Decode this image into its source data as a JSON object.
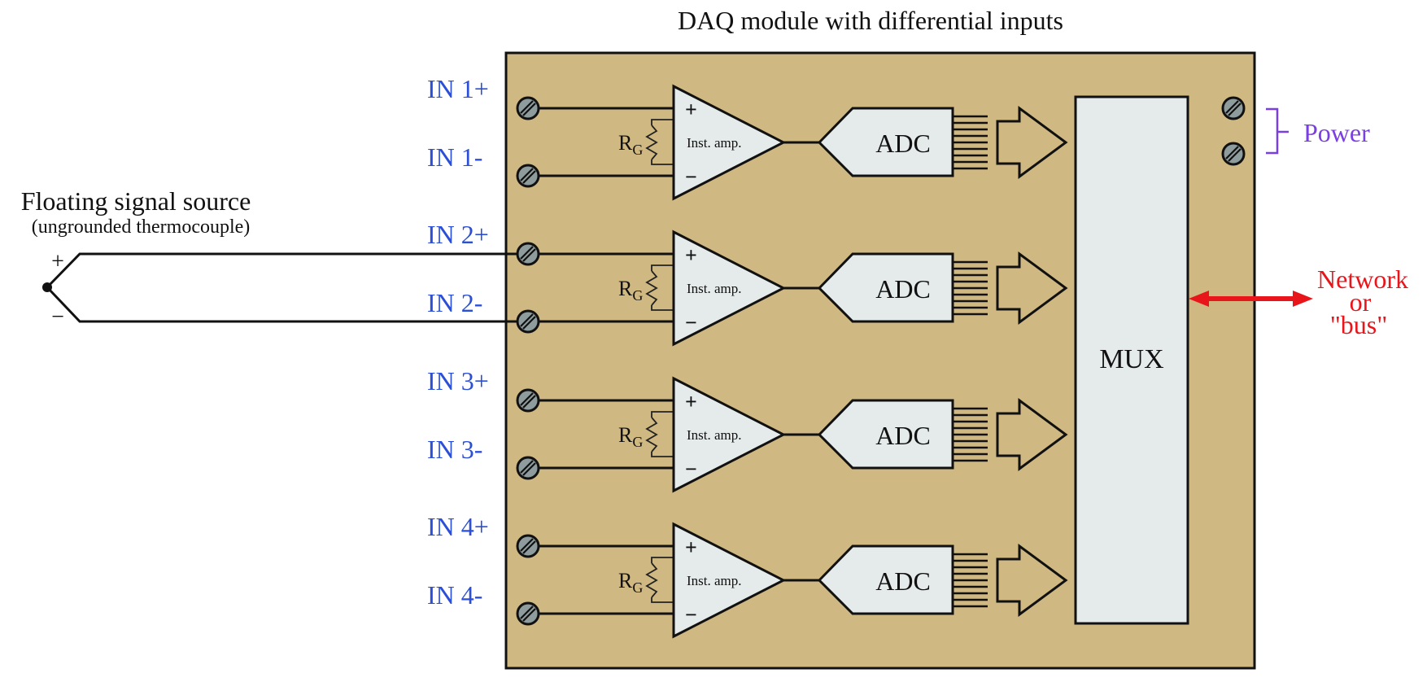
{
  "title": "DAQ module with differential inputs",
  "source": {
    "label": "Floating signal source",
    "sublabel": "(ungrounded thermocouple)",
    "plus": "+",
    "minus": "−",
    "connected_channel": 2
  },
  "channels": [
    {
      "plus_label": "IN 1+",
      "minus_label": "IN 1-",
      "amp_label": "Inst. amp.",
      "resistor": "R",
      "resistor_sub": "G",
      "adc_label": "ADC"
    },
    {
      "plus_label": "IN 2+",
      "minus_label": "IN 2-",
      "amp_label": "Inst. amp.",
      "resistor": "R",
      "resistor_sub": "G",
      "adc_label": "ADC"
    },
    {
      "plus_label": "IN 3+",
      "minus_label": "IN 3-",
      "amp_label": "Inst. amp.",
      "resistor": "R",
      "resistor_sub": "G",
      "adc_label": "ADC"
    },
    {
      "plus_label": "IN 4+",
      "minus_label": "IN 4-",
      "amp_label": "Inst. amp.",
      "resistor": "R",
      "resistor_sub": "G",
      "adc_label": "ADC"
    }
  ],
  "amp_pins": {
    "plus": "+",
    "minus": "−"
  },
  "mux": {
    "label": "MUX"
  },
  "power": {
    "label": "Power"
  },
  "network": {
    "line1": "Network",
    "line2": "or",
    "line3": "\"bus\""
  },
  "colors": {
    "module_fill": "#D0B882",
    "component_fill": "#E5EAEA",
    "screw_fill": "#8E9C9E",
    "input_label": "#2B4FD6",
    "power_label": "#7A3FE0",
    "network_label": "#E8161B"
  }
}
